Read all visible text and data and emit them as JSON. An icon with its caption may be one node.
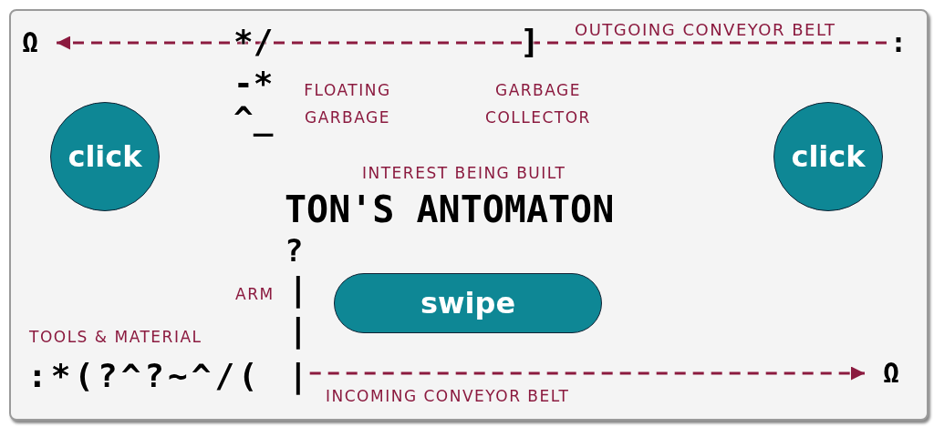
{
  "diagram": {
    "nodes": [
      {
        "text": [
          "Ω"
        ]
      },
      {
        "text": [
          ":"
        ]
      },
      {
        "text": [
          "click"
        ]
      },
      {
        "text": [
          "click"
        ]
      },
      {
        "text": [
          "swipe"
        ]
      },
      {
        "text": [
          "|"
        ]
      },
      {
        "text": [
          "Ω"
        ]
      }
    ],
    "edges": [
      {
        "from": 1,
        "to": 0,
        "arrow": "to",
        "style": "dashed"
      },
      {
        "from": 5,
        "to": 6,
        "arrow": "to",
        "style": "dashed"
      }
    ],
    "labels": [
      "*/",
      "]",
      "OUTGOING CONVEYOR BELT",
      "-*",
      "FLOATING GARBAGE",
      "GARBAGE COLLECTOR",
      "^_",
      "INTEREST BEING BUILT",
      "TON'S ANTOMATON",
      "?",
      "ARM",
      "|",
      "|",
      "TOOLS & MATERIAL",
      ":*(?^?~^/(",
      "INCOMING CONVEYOR BELT"
    ]
  }
}
